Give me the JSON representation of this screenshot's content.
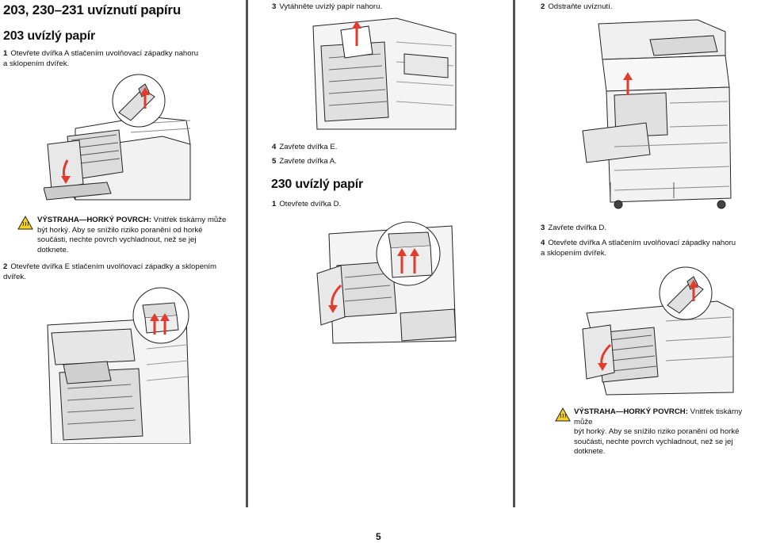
{
  "col1": {
    "title": "203, 230–231 uvíznutí papíru",
    "section": "203 uvízlý papír",
    "step1": {
      "num": "1",
      "text": "Otevřete dvířka A stlačením uvolňovací západky nahoru",
      "text2": "a sklopením dvířek."
    },
    "warning": {
      "label": "VÝSTRAHA—HORKÝ POVRCH:",
      "line1": "Vnitřek tiskárny může",
      "line2": "být horký. Aby se snížilo riziko poranění od horké",
      "line3": "součásti, nechte povrch vychladnout, než se jej",
      "line4": "dotknete."
    },
    "step2": {
      "num": "2",
      "text": "Otevřete dvířka E stlačením uvolňovací západky a sklopením",
      "text2": "dvířek."
    }
  },
  "col2": {
    "step3": {
      "num": "3",
      "text": "Vytáhněte uvízlý papír nahoru."
    },
    "step4": {
      "num": "4",
      "text": "Zavřete dvířka E."
    },
    "step5": {
      "num": "5",
      "text": "Zavřete dvířka A."
    },
    "section": "230 uvízlý papír",
    "step1": {
      "num": "1",
      "text": "Otevřete dvířka D."
    }
  },
  "col3": {
    "step2": {
      "num": "2",
      "text": "Odstraňte uvíznutí."
    },
    "step3": {
      "num": "3",
      "text": "Zavřete dvířka D."
    },
    "step4": {
      "num": "4",
      "text": "Otevřete dvířka A stlačením uvolňovací západky nahoru",
      "text2": "a sklopením dvířek."
    },
    "warning": {
      "label": "VÝSTRAHA—HORKÝ POVRCH:",
      "line1": "Vnitřek tiskárny může",
      "line2": "být horký. Aby se snížilo riziko poranění od horké",
      "line3": "součásti, nechte povrch vychladnout, než se jej",
      "line4": "dotknete."
    }
  },
  "footer": {
    "page": "5"
  },
  "colors": {
    "arrow": "#e23b2e",
    "line": "#222222",
    "divider": "#555555"
  }
}
